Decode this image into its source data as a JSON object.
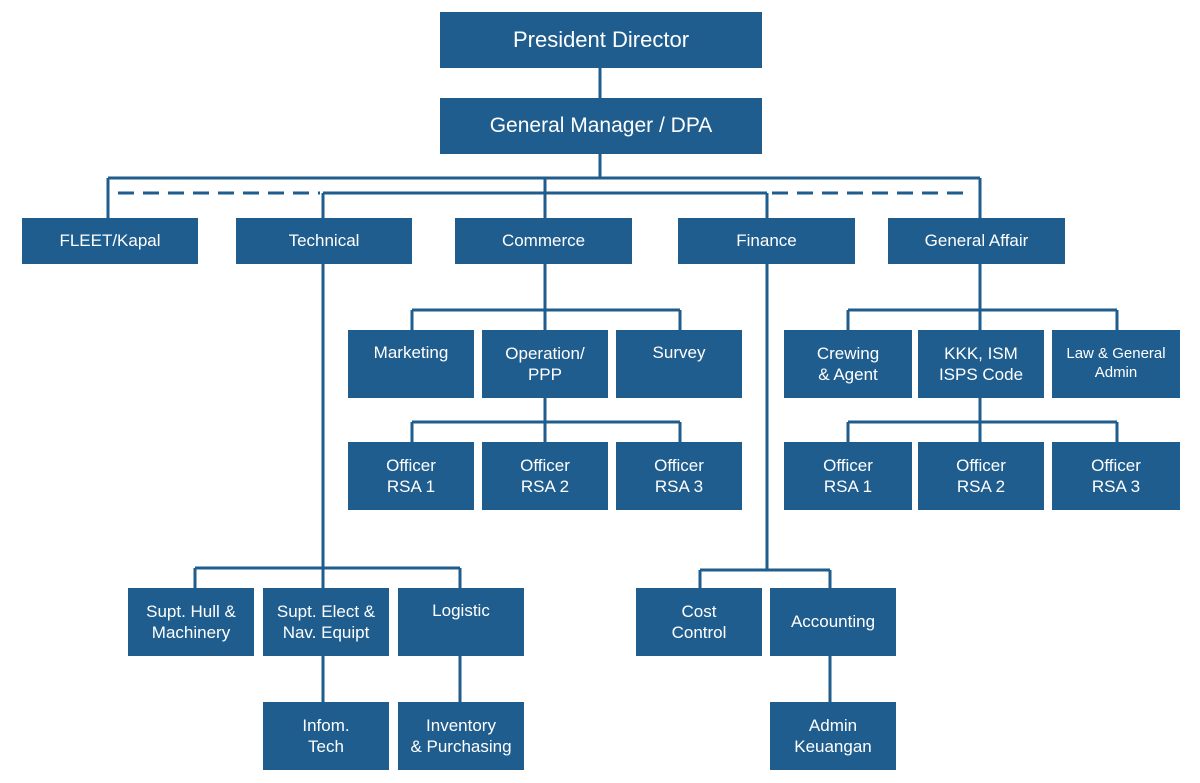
{
  "colors": {
    "box": "#1f5d8e",
    "line": "#1f5d8e",
    "text": "#ffffff"
  },
  "org": {
    "president": "President Director",
    "general_manager": "General Manager / DPA",
    "fleet": "FLEET/Kapal",
    "technical": "Technical",
    "commerce": "Commerce",
    "finance": "Finance",
    "general_affair": "General Affair",
    "marketing": "Marketing",
    "operation": "Operation/\nPPP",
    "survey": "Survey",
    "officer_rsa1_com": "Officer\nRSA 1",
    "officer_rsa2_com": "Officer\nRSA 2",
    "officer_rsa3_com": "Officer\nRSA 3",
    "crewing": "Crewing\n& Agent",
    "kkk_ism": "KKK, ISM\nISPS Code",
    "law_admin": "Law & General\nAdmin",
    "officer_rsa1_ga": "Officer\nRSA 1",
    "officer_rsa2_ga": "Officer\nRSA 2",
    "officer_rsa3_ga": "Officer\nRSA 3",
    "supt_hull": "Supt. Hull &\nMachinery",
    "supt_elect": "Supt. Elect &\nNav. Equipt",
    "logistic": "Logistic",
    "infom_tech": "Infom.\nTech",
    "inventory": "Inventory\n& Purchasing",
    "cost_control": "Cost\nControl",
    "accounting": "Accounting",
    "admin_keuangan": "Admin\nKeuangan"
  }
}
